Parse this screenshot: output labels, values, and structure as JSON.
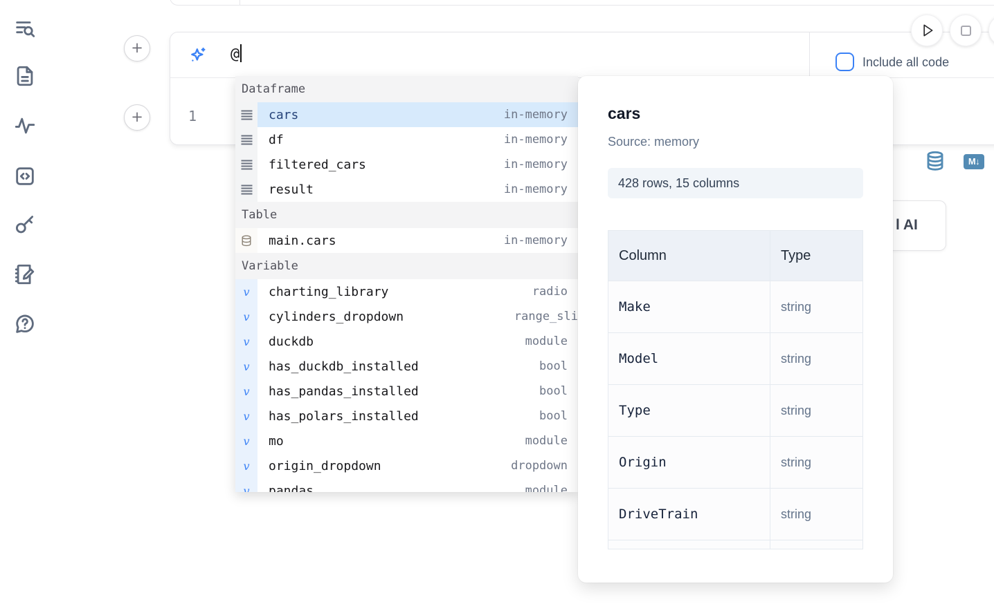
{
  "colors": {
    "accent": "#3b82f6",
    "steel_blue": "#538bb4",
    "selection": "#d7eafc",
    "icon_slate": "#5f6b7e"
  },
  "sidebar": {
    "icons": [
      "list-search-icon",
      "file-text-icon",
      "activity-icon",
      "code-panel-icon",
      "key-icon",
      "scratchpad-icon",
      "help-icon"
    ]
  },
  "prompt_bar": {
    "value": "@",
    "include_all_code_label": "Include all code",
    "checkbox_checked": false
  },
  "editor": {
    "line_number": "1"
  },
  "cell_actions": {
    "markdown_badge": "M↓"
  },
  "ai_button": {
    "visible_fragment": "l AI"
  },
  "autocomplete": {
    "sections": [
      {
        "label": "Dataframe",
        "kind": "dataframe",
        "items": [
          {
            "name": "cars",
            "type": "in-memory",
            "selected": true
          },
          {
            "name": "df",
            "type": "in-memory"
          },
          {
            "name": "filtered_cars",
            "type": "in-memory"
          },
          {
            "name": "result",
            "type": "in-memory"
          }
        ]
      },
      {
        "label": "Table",
        "kind": "table",
        "items": [
          {
            "name": "main.cars",
            "type": "in-memory"
          }
        ]
      },
      {
        "label": "Variable",
        "kind": "variable",
        "items": [
          {
            "name": "charting_library",
            "type": "radio"
          },
          {
            "name": "cylinders_dropdown",
            "type": "range_sli",
            "clipped": true
          },
          {
            "name": "duckdb",
            "type": "module"
          },
          {
            "name": "has_duckdb_installed",
            "type": "bool"
          },
          {
            "name": "has_pandas_installed",
            "type": "bool"
          },
          {
            "name": "has_polars_installed",
            "type": "bool"
          },
          {
            "name": "mo",
            "type": "module"
          },
          {
            "name": "origin_dropdown",
            "type": "dropdown"
          },
          {
            "name": "pandas",
            "type": "module",
            "partial": true
          }
        ]
      }
    ]
  },
  "preview": {
    "title": "cars",
    "source": "Source: memory",
    "stats": "428 rows, 15 columns",
    "table": {
      "headers": [
        "Column",
        "Type"
      ],
      "rows": [
        [
          "Make",
          "string"
        ],
        [
          "Model",
          "string"
        ],
        [
          "Type",
          "string"
        ],
        [
          "Origin",
          "string"
        ],
        [
          "DriveTrain",
          "string"
        ]
      ],
      "has_partial_row": true
    }
  }
}
